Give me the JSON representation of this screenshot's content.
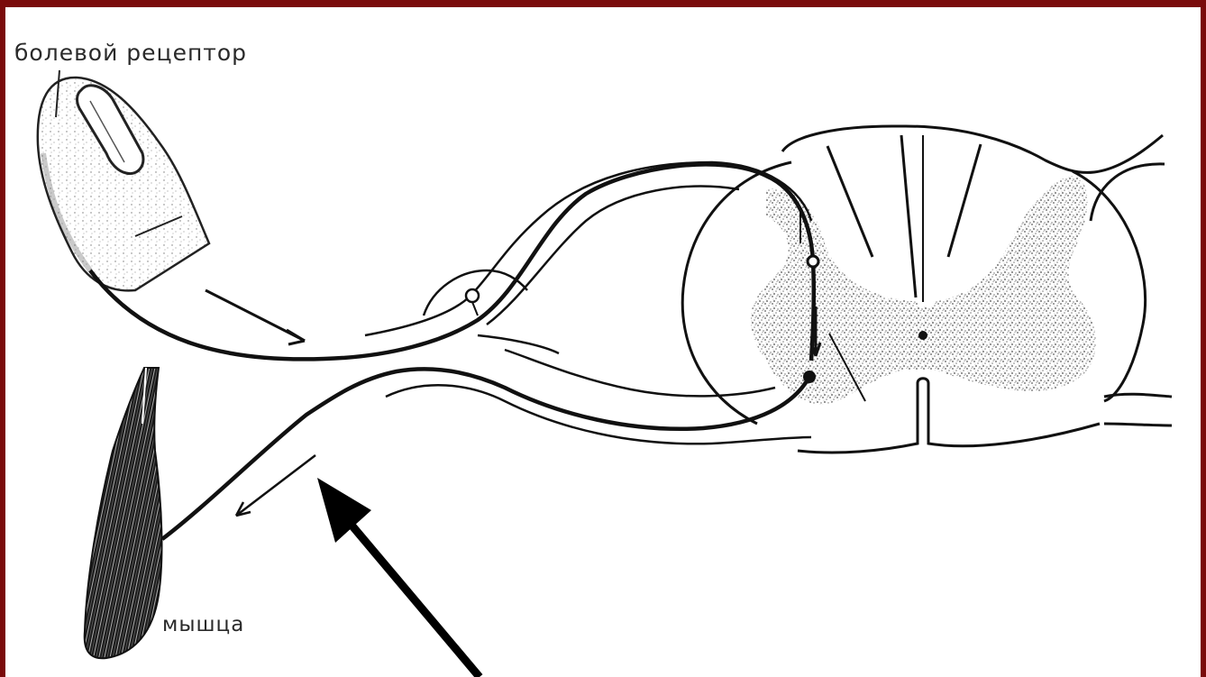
{
  "labels": {
    "receptor": "болевой рецептор",
    "muscle": "мышца"
  },
  "colors": {
    "frame": "#7a0b0b",
    "background": "#ffffff",
    "ink": "#111111",
    "gray_matter": "#8c8c8c"
  },
  "icons": {
    "finger": "finger-icon",
    "muscle": "muscle-icon",
    "spinal_cord": "spinal-cord-cross-section",
    "pointer": "pointer-arrow"
  }
}
